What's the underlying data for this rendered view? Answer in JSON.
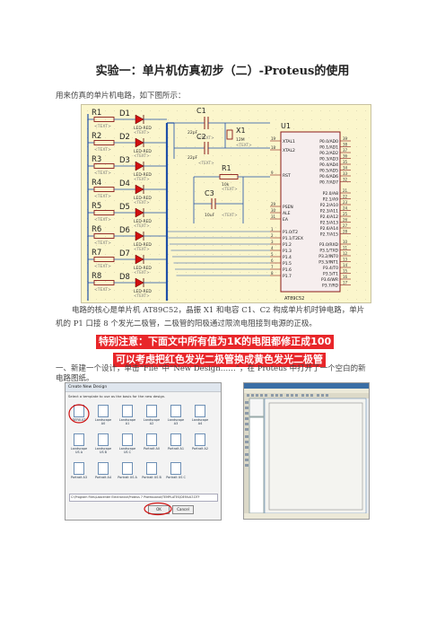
{
  "doc": {
    "title": "实验一：单片机仿真初步（二）-Proteus的使用",
    "intro": "用来仿真的单片机电路，如下图所示：",
    "desc_line1": "电路的核心是单片机 AT89C52，晶振 X1 和电容 C1、C2 构成单片机时钟电路，单片",
    "desc_line2": "机的 P1 口接 8 个发光二极管，二极管的阳极通过限流电阻接到电源的正极。",
    "note1": "特别注意：下面文中所有值为1K的电阻都修正成100",
    "note2": "可以考虑把红色发光二极管换成黄色发光二极管",
    "step1_line1": "一、新建一个设计，单击“File”中“New Design……”，在 Proteus 中打开了一个空白的新",
    "step1_line2": "电路图纸。"
  },
  "schematic": {
    "resistors": [
      "R1",
      "R2",
      "R3",
      "R4",
      "R5",
      "R6",
      "R7",
      "R8"
    ],
    "leds": [
      "D1",
      "D2",
      "D3",
      "D4",
      "D5",
      "D6",
      "D7",
      "D8"
    ],
    "led_label": "LED-RED",
    "text_tag": "<TEXT>",
    "c1": "C1",
    "c1_val": "22pF",
    "c2": "C2",
    "c2_val": "22pF",
    "c3": "C3",
    "c3_val": "10uF",
    "x1": "X1",
    "x1_val": "12M",
    "r9": "R1",
    "r9_val": "10k",
    "mcu": "U1",
    "mcu_part": "AT89C52",
    "pins_left": [
      "XTAL1",
      "XTAL2",
      "RST",
      "PSEN",
      "ALE",
      "EA",
      "P1.0/T2",
      "P1.1/T2EX",
      "P1.2",
      "P1.3",
      "P1.4",
      "P1.5",
      "P1.6",
      "P1.7"
    ],
    "pins_p0": [
      "P0.0/AD0",
      "P0.1/AD1",
      "P0.2/AD2",
      "P0.3/AD3",
      "P0.4/AD4",
      "P0.5/AD5",
      "P0.6/AD6",
      "P0.7/AD7"
    ],
    "pins_p2": [
      "P2.0/A8",
      "P2.1/A9",
      "P2.2/A10",
      "P2.3/A11",
      "P2.4/A12",
      "P2.5/A13",
      "P2.6/A14",
      "P2.7/A15"
    ],
    "pins_p3": [
      "P3.0/RXD",
      "P3.1/TXD",
      "P3.2/INT0",
      "P3.3/INT1",
      "P3.4/T0",
      "P3.5/T1",
      "P3.6/WR",
      "P3.7/RD"
    ],
    "pinnum_left": [
      "19",
      "18",
      "9",
      "29",
      "30",
      "31",
      "1",
      "2",
      "3",
      "4",
      "5",
      "6",
      "7",
      "8"
    ],
    "pinnum_p0": [
      "39",
      "38",
      "37",
      "36",
      "35",
      "34",
      "33",
      "32"
    ],
    "pinnum_p2": [
      "21",
      "22",
      "23",
      "24",
      "25",
      "26",
      "27",
      "28"
    ],
    "pinnum_p3": [
      "10",
      "11",
      "12",
      "13",
      "14",
      "15",
      "16",
      "17"
    ]
  },
  "dialog": {
    "title": "Create New Design",
    "hint": "Select a template to use as the basis for the new design.",
    "templates": [
      "DEFAULT",
      "Landscape A0",
      "Landscape A1",
      "Landscape A2",
      "Landscape A3",
      "Landscape A4",
      "Landscape US A",
      "Landscape US B",
      "Landscape US C",
      "Portrait A0",
      "Portrait A1",
      "Portrait A2",
      "Portrait A3",
      "Portrait A4",
      "Portrait US A",
      "Portrait US B",
      "Portrait US C"
    ],
    "path": "C:\\Program Files\\Labcenter Electronics\\Proteus 7 Professional\\TEMPLATES\\DEFAULT.DTF",
    "ok": "OK",
    "cancel": "Cancel"
  },
  "colors": {
    "banner": "#e8262a",
    "sheet": "#fbf6cc",
    "wire": "#1f4fa8",
    "component": "#8b1a1a",
    "led": "#d01010"
  }
}
